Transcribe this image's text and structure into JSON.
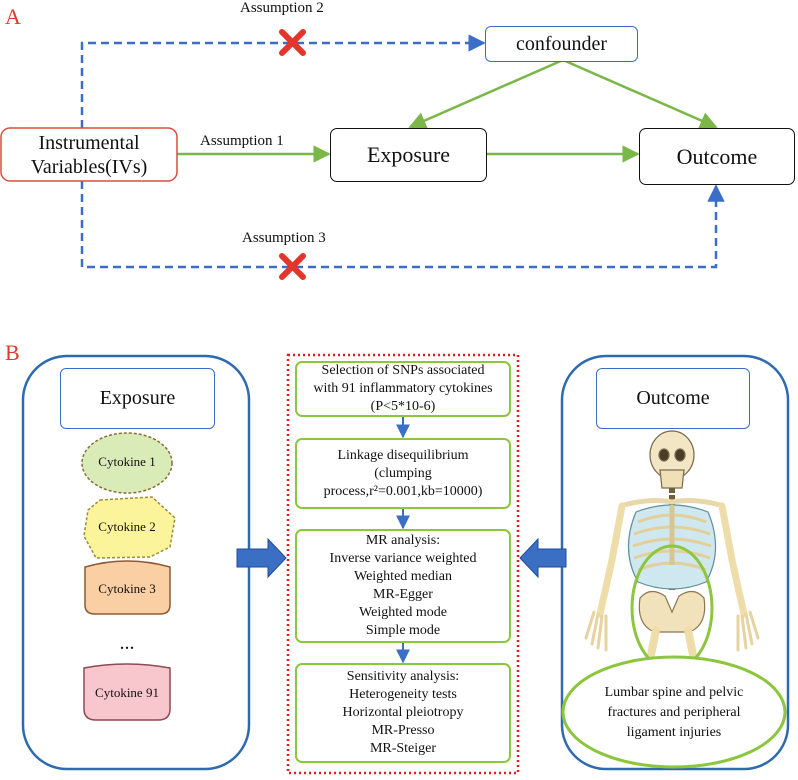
{
  "colors": {
    "assumption_dashed": "#3b6fc7",
    "path_arrow": "#7ab648",
    "cross": "#e2352b",
    "iv_border": "#d94b3f",
    "steps_dotted": "#e02020",
    "panel_blue": "#2d6ab0",
    "step_border": "#8cc63f",
    "cytokine_1": "#d9ecb7",
    "cytokine_2": "#fbf49a",
    "cytokine_3": "#f9cfa3",
    "cytokine_91": "#f8c6cd"
  },
  "panel_a": {
    "letter": "A",
    "iv": [
      "Instrumental",
      "Variables(IVs)"
    ],
    "exposure": "Exposure",
    "outcome": "Outcome",
    "confounder": "confounder",
    "assumption_1": "Assumption 1",
    "assumption_2": "Assumption 2",
    "assumption_3": "Assumption 3"
  },
  "panel_b": {
    "letter": "B",
    "exposure_title": "Exposure",
    "outcome_title": "Outcome",
    "cytokines": [
      "Cytokine 1",
      "Cytokine 2",
      "Cytokine 3",
      "...",
      "Cytokine 91"
    ],
    "steps": [
      [
        "Selection of SNPs associated",
        "with 91 inflammatory cytokines",
        "(P<5*10-6)"
      ],
      [
        "Linkage disequilibrium",
        "(clumping",
        "process,r²=0.001,kb=10000)"
      ],
      [
        "MR analysis:",
        "Inverse variance weighted",
        "Weighted median",
        "MR-Egger",
        "Weighted mode",
        "Simple mode"
      ],
      [
        "Sensitivity analysis:",
        "Heterogeneity tests",
        "Horizontal pleiotropy",
        "MR-Presso",
        "MR-Steiger"
      ]
    ],
    "outcome_desc": [
      "Lumbar spine and pelvic",
      "fractures and peripheral",
      "ligament injuries"
    ]
  }
}
